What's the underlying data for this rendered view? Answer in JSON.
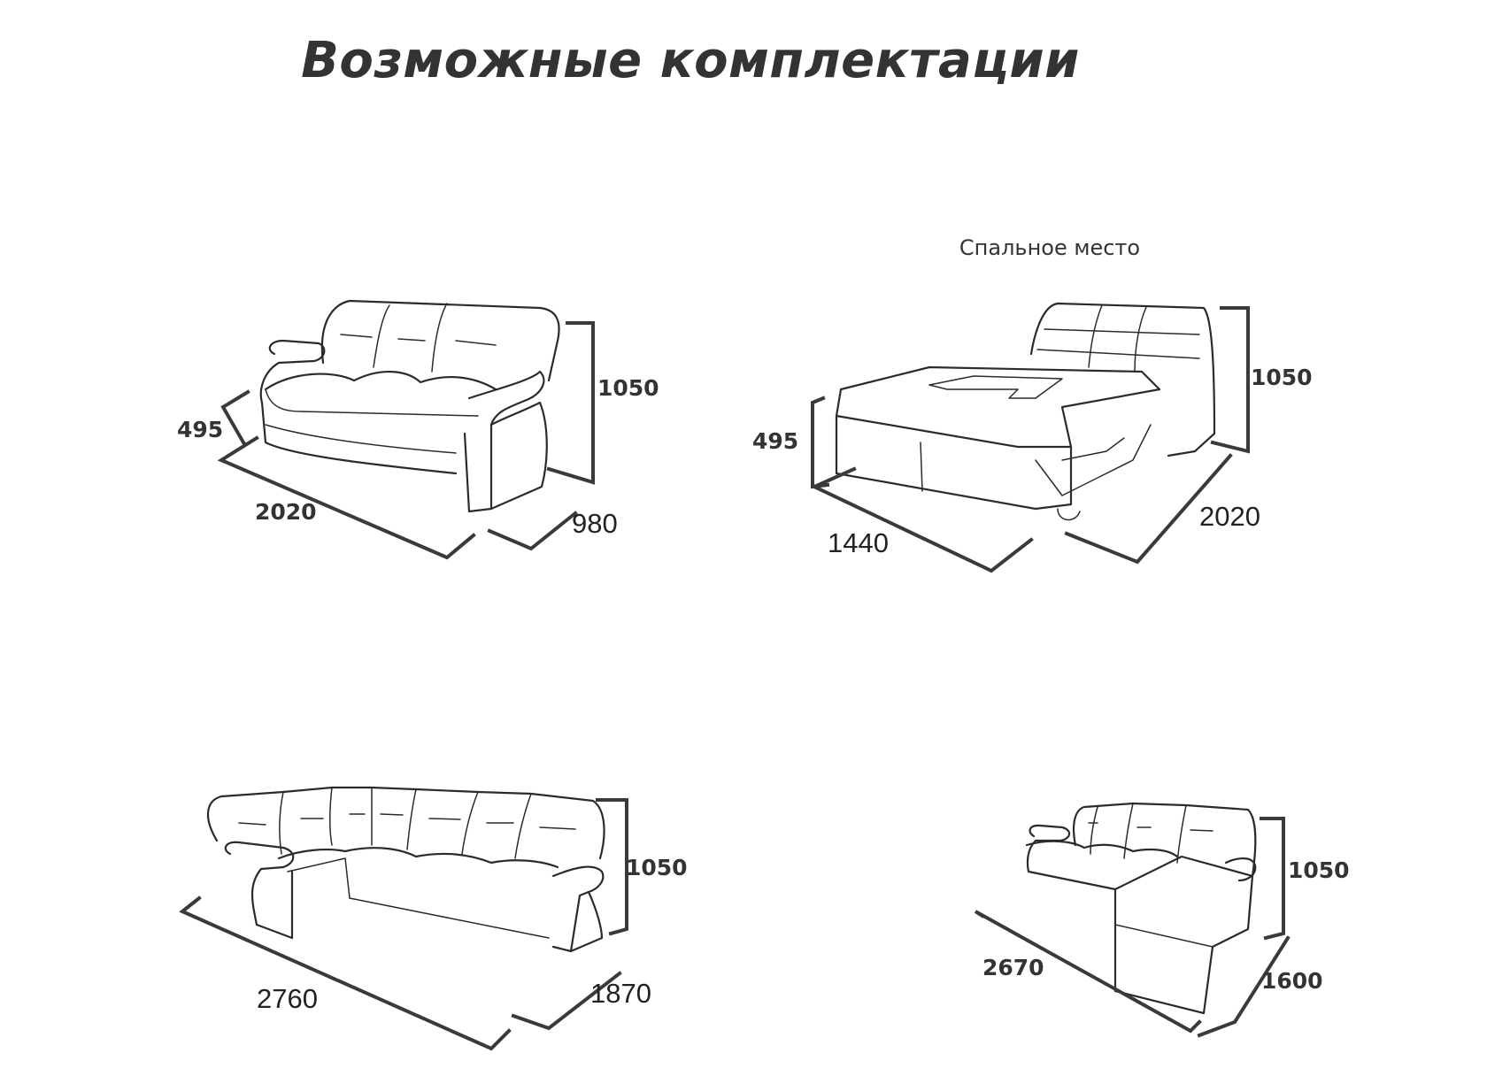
{
  "title": "Возможные комплектации",
  "configurations": [
    {
      "dimensions": {
        "height": "1050",
        "seat_height": "495",
        "width": "2020",
        "depth": "980"
      }
    },
    {
      "caption": "Спальное место",
      "dimensions": {
        "height": "1050",
        "seat_height": "495",
        "width": "1440",
        "length": "2020"
      }
    },
    {
      "dimensions": {
        "height": "1050",
        "width": "2760",
        "depth": "1870"
      }
    },
    {
      "dimensions": {
        "height": "1050",
        "width": "2670",
        "depth": "1600"
      }
    }
  ]
}
